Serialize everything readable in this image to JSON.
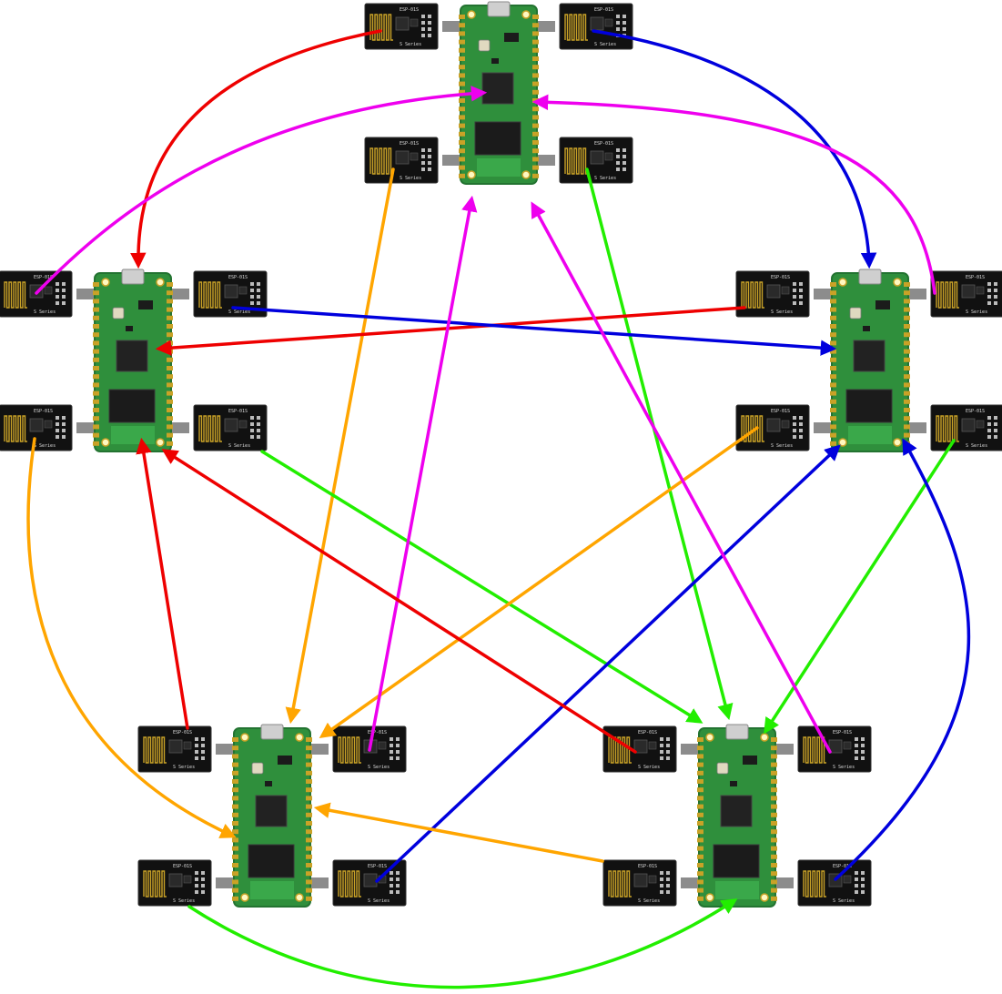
{
  "colors": {
    "background": "#ffffff",
    "pcb_green": "#2f8f3c",
    "pcb_dark": "#237331",
    "pad_gold": "#c9a227",
    "chip_black": "#1b1b1b",
    "module_black": "#111111",
    "wire_gray": "#8c8c8c",
    "red": "#ee0000",
    "blue": "#0000dd",
    "magenta": "#ee00ee",
    "orange": "#ffa500",
    "green": "#22ee00"
  },
  "board_icon": "pico-board",
  "module_icon": "esp01-wifi-module",
  "module_label_top": "ESP-01S",
  "module_label_bottom": "S Series",
  "nodes": [
    {
      "id": "top"
    },
    {
      "id": "left"
    },
    {
      "id": "right"
    },
    {
      "id": "bottom-left"
    },
    {
      "id": "bottom-right"
    }
  ],
  "links": [
    {
      "from": "top",
      "to": "left",
      "color": "red"
    },
    {
      "from": "top",
      "to": "right",
      "color": "blue"
    },
    {
      "from": "left",
      "to": "top",
      "color": "magenta"
    },
    {
      "from": "right",
      "to": "top",
      "color": "magenta"
    },
    {
      "from": "top",
      "to": "bottom-left",
      "color": "orange"
    },
    {
      "from": "top",
      "to": "bottom-right",
      "color": "green"
    },
    {
      "from": "right",
      "to": "left",
      "color": "red"
    },
    {
      "from": "left",
      "to": "right",
      "color": "blue"
    },
    {
      "from": "left",
      "to": "bottom-left",
      "color": "orange"
    },
    {
      "from": "left",
      "to": "bottom-right",
      "color": "green"
    },
    {
      "from": "right",
      "to": "bottom-left",
      "color": "orange"
    },
    {
      "from": "right",
      "to": "bottom-right",
      "color": "green"
    },
    {
      "from": "bottom-left",
      "to": "left",
      "color": "red"
    },
    {
      "from": "bottom-left",
      "to": "top",
      "color": "magenta"
    },
    {
      "from": "bottom-left",
      "to": "right",
      "color": "blue"
    },
    {
      "from": "bottom-left",
      "to": "bottom-right",
      "color": "green"
    },
    {
      "from": "bottom-right",
      "to": "left",
      "color": "red"
    },
    {
      "from": "bottom-right",
      "to": "top",
      "color": "magenta"
    },
    {
      "from": "bottom-right",
      "to": "bottom-left",
      "color": "orange"
    },
    {
      "from": "bottom-right",
      "to": "right",
      "color": "blue"
    }
  ]
}
